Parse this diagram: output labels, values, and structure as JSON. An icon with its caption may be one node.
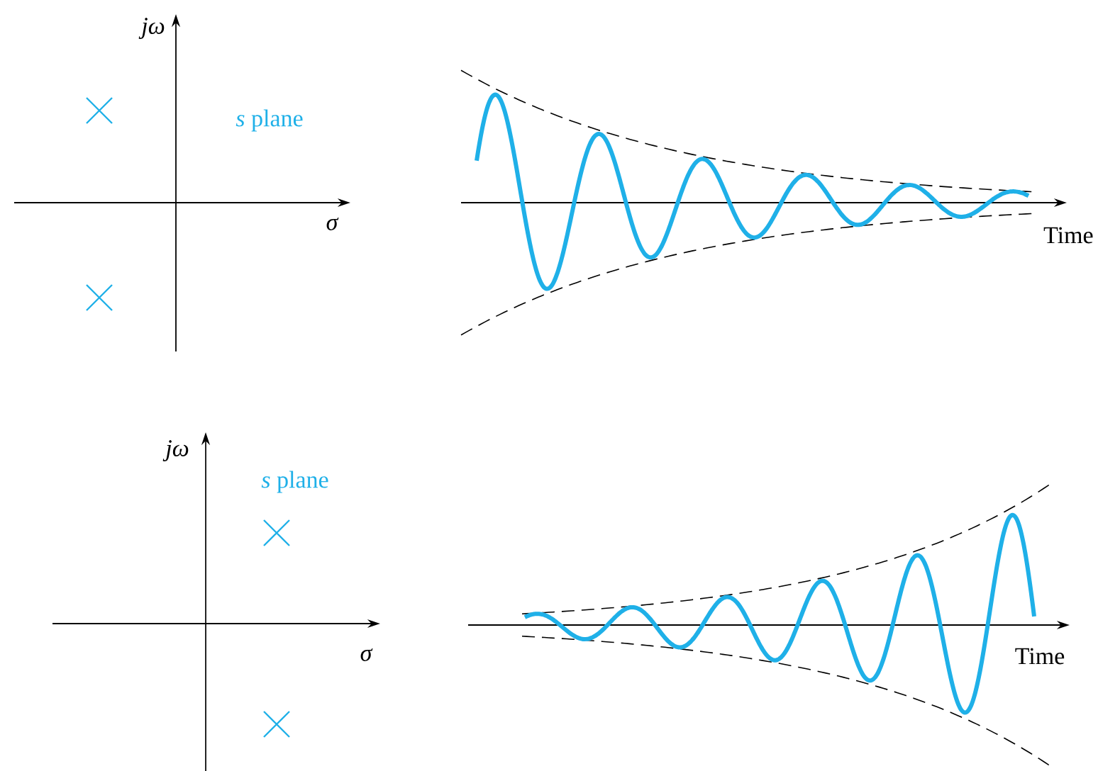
{
  "diagram": {
    "labels": [
      "jω",
      "*s* plane",
      "σ",
      "Time",
      "jω",
      "*s* plane",
      "σ",
      "Time"
    ]
  }
}
